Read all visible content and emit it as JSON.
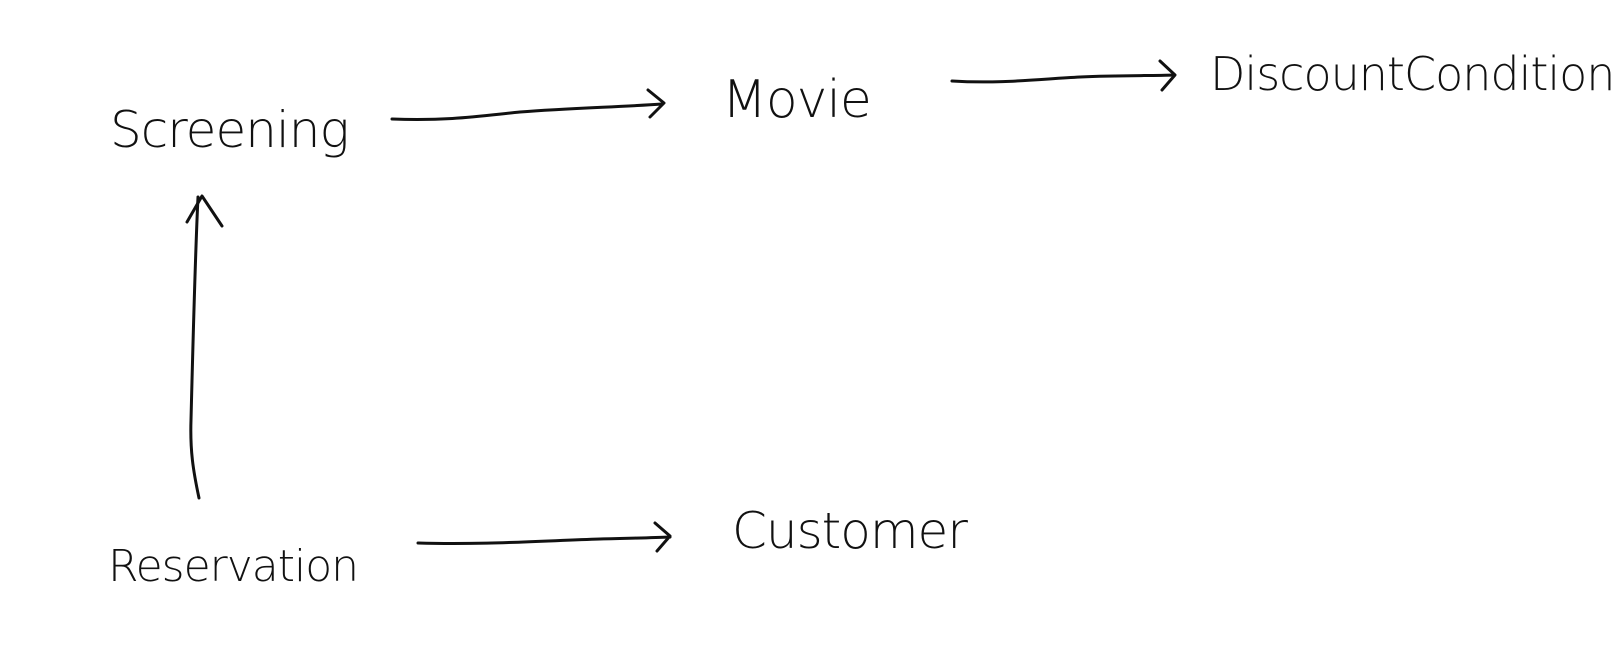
{
  "diagram": {
    "nodes": [
      {
        "id": "screening",
        "label": "Screening"
      },
      {
        "id": "movie",
        "label": "Movie"
      },
      {
        "id": "discount_condition",
        "label": "DiscountCondition"
      },
      {
        "id": "reservation",
        "label": "Reservation"
      },
      {
        "id": "customer",
        "label": "Customer"
      }
    ],
    "edges": [
      {
        "from": "screening",
        "to": "movie"
      },
      {
        "from": "movie",
        "to": "discount_condition"
      },
      {
        "from": "reservation",
        "to": "screening"
      },
      {
        "from": "reservation",
        "to": "customer"
      }
    ],
    "ink_color": "#111111",
    "background_color": "#ffffff"
  }
}
